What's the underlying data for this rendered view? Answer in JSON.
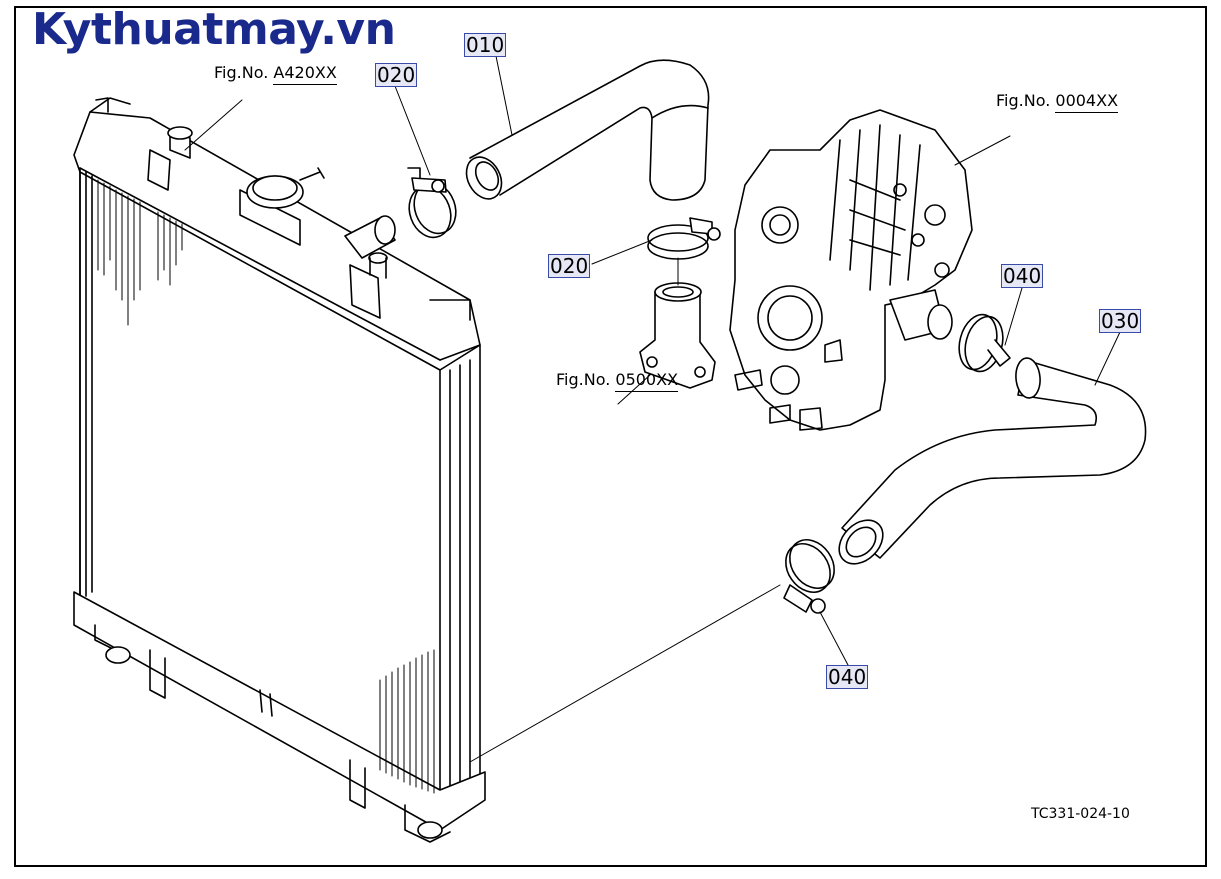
{
  "watermark": "Kythuatmay.vn",
  "callouts": {
    "p010": "010",
    "p020_top": "020",
    "p020_mid": "020",
    "p030": "030",
    "p040_right": "040",
    "p040_bottom": "040"
  },
  "fig_refs": {
    "radiator": {
      "label": "Fig.No.",
      "code": "A420XX"
    },
    "engine": {
      "label": "Fig.No.",
      "code": "0004XX"
    },
    "thermostat": {
      "label": "Fig.No.",
      "code": "0500XX"
    }
  },
  "drawing_code": "TC331-024-10",
  "colors": {
    "watermark": "#1a2a8c",
    "callout_border": "#3a4aa8",
    "callout_fill": "#e6e8f5"
  }
}
